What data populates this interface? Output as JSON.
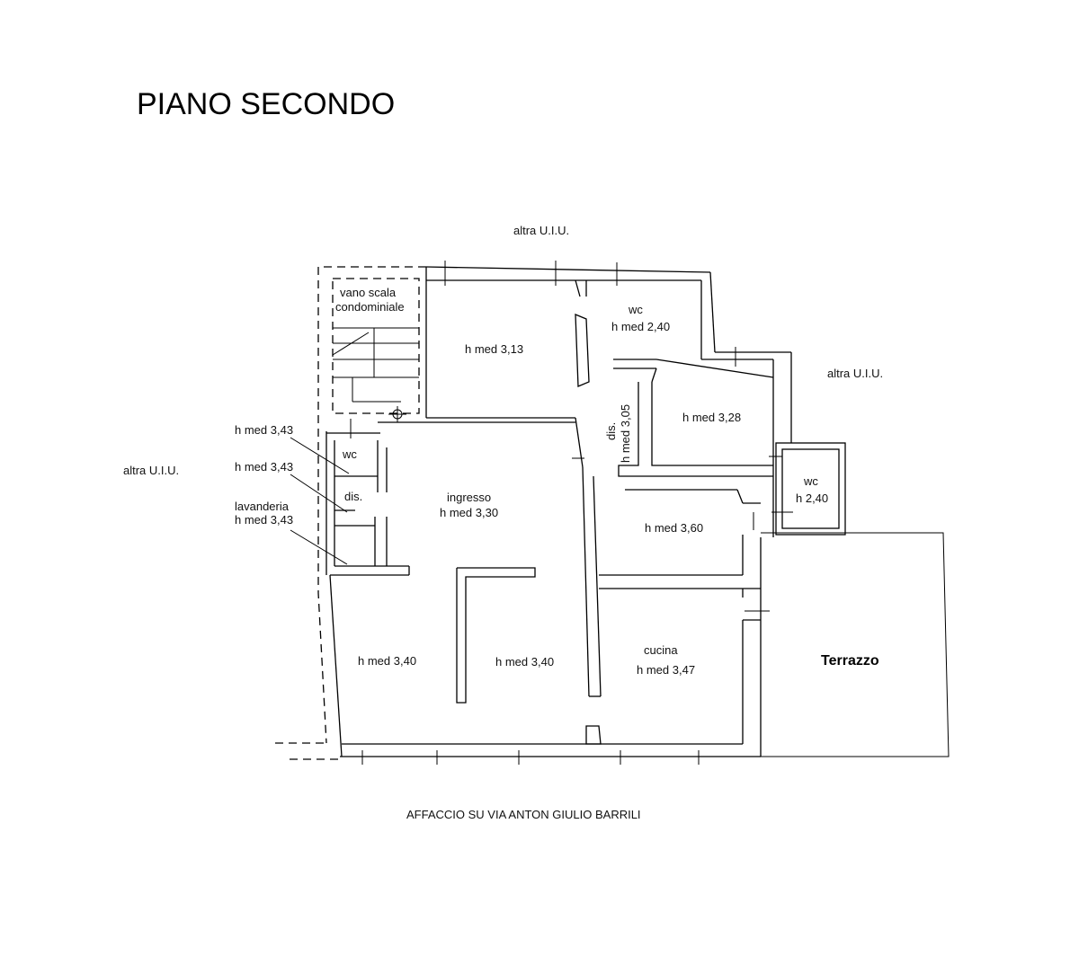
{
  "title": "PIANO SECONDO",
  "neighbors": {
    "top": "altra U.I.U.",
    "right": "altra U.I.U.",
    "left": "altra U.I.U."
  },
  "facade_label": "AFFACCIO SU VIA ANTON GIULIO BARRILI",
  "stair": {
    "line1": "vano scala",
    "line2": "condominiale"
  },
  "rooms": {
    "room_top_left": {
      "height": "h med 3,13"
    },
    "wc_top": {
      "name": "wc",
      "height": "h med 2,40"
    },
    "corridor": {
      "name": "dis.",
      "height": "h med 3,05"
    },
    "room_mid_right": {
      "height": "h med 3,28"
    },
    "wc_small_left": {
      "name": "wc"
    },
    "dis_small": {
      "name": "dis."
    },
    "ingresso": {
      "name": "ingresso",
      "height": "h med 3,30"
    },
    "room_3_60": {
      "height": "h med 3,60"
    },
    "wc_right": {
      "name": "wc",
      "height": "h 2,40"
    },
    "room_bottom_left": {
      "height": "h med 3,40"
    },
    "room_bottom_mid": {
      "height": "h med 3,40"
    },
    "cucina": {
      "name": "cucina",
      "height": "h med 3,47"
    },
    "terrazzo": {
      "name": "Terrazzo"
    }
  },
  "callouts": {
    "wc": "h med 3,43",
    "dis": "h med 3,43",
    "lavanderia_name": "lavanderia",
    "lavanderia_height": "h med 3,43"
  }
}
